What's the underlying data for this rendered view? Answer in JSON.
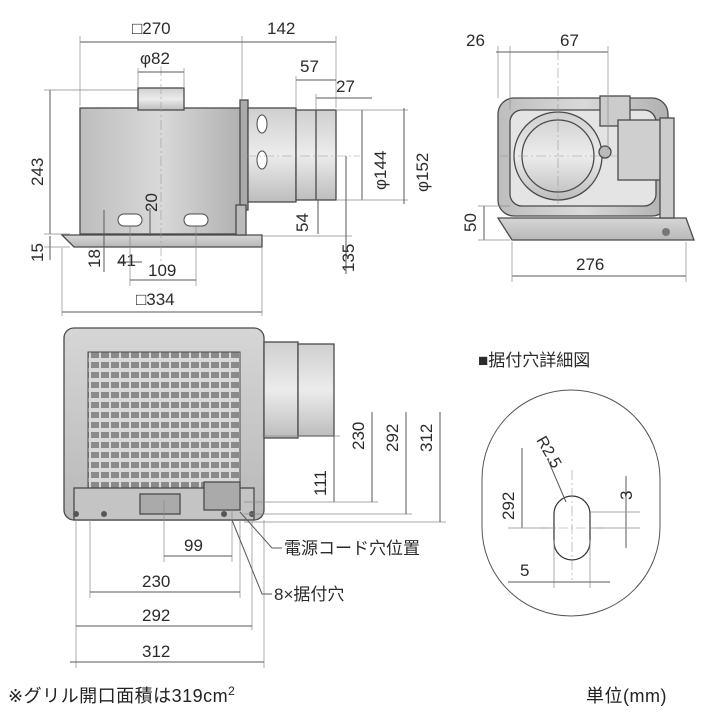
{
  "side_view": {
    "box_270": "□270",
    "d142": "142",
    "phi82": "φ82",
    "d57": "57",
    "d27": "27",
    "d243": "243",
    "d20": "20",
    "phi144": "φ144",
    "phi152": "φ152",
    "d54": "54",
    "d15": "15",
    "d18": "18",
    "d41": "41",
    "d109": "109",
    "d135": "135",
    "box_334": "□334"
  },
  "front_view": {
    "d26": "26",
    "d67": "67",
    "d50": "50",
    "d276": "276"
  },
  "bottom_view": {
    "d230v": "230",
    "d292v": "292",
    "d312v": "312",
    "d111": "111",
    "d99": "99",
    "d230h": "230",
    "d292h": "292",
    "d312h": "312",
    "label_cord": "電源コード穴位置",
    "label_holes": "8×据付穴"
  },
  "detail": {
    "title": "■据付穴詳細図",
    "r25": "R2.5",
    "d292": "292",
    "d3": "3",
    "d5": "5"
  },
  "footnote": {
    "grille_prefix": "※グリル開口面積は319cm",
    "grille_sup": "2",
    "unit": "単位(mm)"
  }
}
